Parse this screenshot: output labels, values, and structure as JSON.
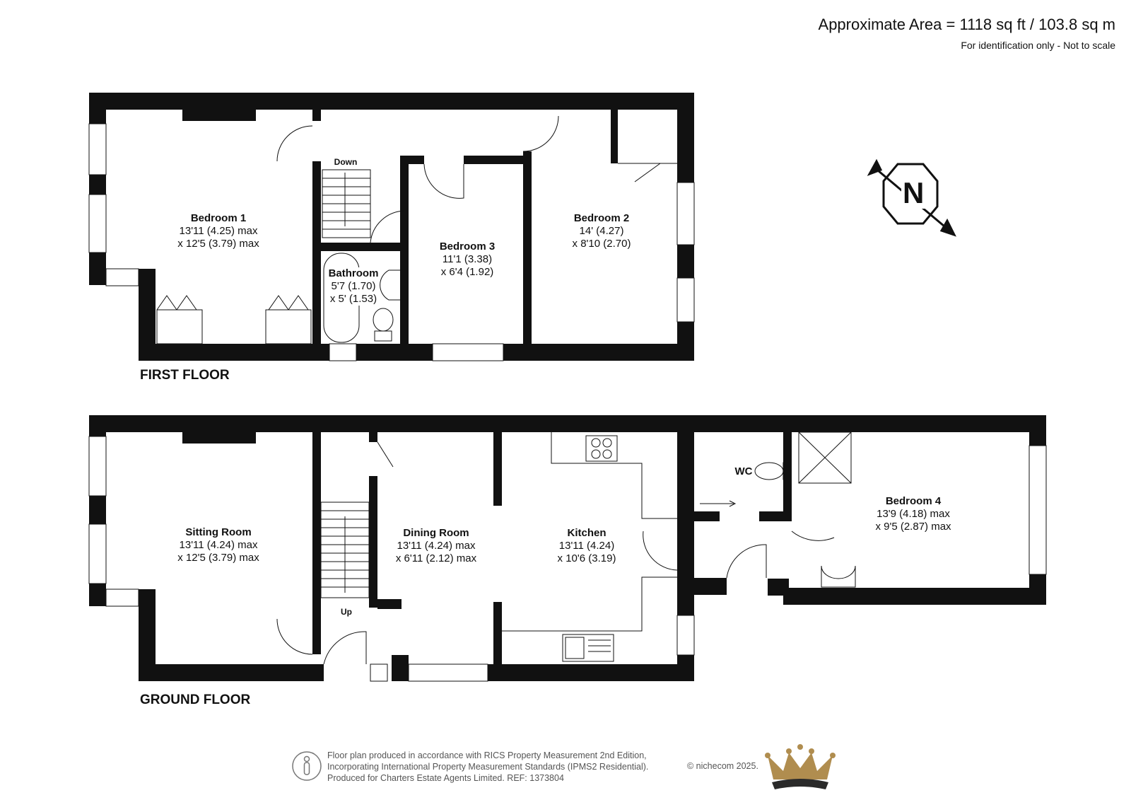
{
  "header": {
    "approximate_area": "Approximate Area = 1118 sq ft / 103.8 sq m",
    "note": "For identification only - Not to scale"
  },
  "first_floor": {
    "label": "FIRST FLOOR",
    "stairs_label": "Down",
    "rooms": [
      {
        "name": "Bedroom 1",
        "line1": "13'11 (4.25) max",
        "line2": "x 12'5 (3.79) max"
      },
      {
        "name": "Bathroom",
        "line1": "5'7 (1.70)",
        "line2": "x 5' (1.53)"
      },
      {
        "name": "Bedroom 3",
        "line1": "11'1 (3.38)",
        "line2": "x 6'4 (1.92)"
      },
      {
        "name": "Bedroom 2",
        "line1": "14' (4.27)",
        "line2": "x 8'10 (2.70)"
      }
    ]
  },
  "ground_floor": {
    "label": "GROUND FLOOR",
    "stairs_label": "Up",
    "rooms": [
      {
        "name": "Sitting Room",
        "line1": "13'11 (4.24) max",
        "line2": "x 12'5 (3.79) max"
      },
      {
        "name": "Dining Room",
        "line1": "13'11 (4.24) max",
        "line2": "x 6'11 (2.12) max"
      },
      {
        "name": "Kitchen",
        "line1": "13'11 (4.24)",
        "line2": "x 10'6 (3.19)"
      },
      {
        "name": "WC",
        "line1": "",
        "line2": ""
      },
      {
        "name": "Bedroom 4",
        "line1": "13'9 (4.18) max",
        "line2": "x 9'5 (2.87) max"
      }
    ]
  },
  "compass": {
    "letter": "N",
    "icon": "north-compass-icon"
  },
  "footer": {
    "line1": "Floor plan produced in accordance with RICS Property Measurement 2nd Edition,",
    "line2": "Incorporating International Property Measurement Standards (IPMS2 Residential).",
    "line3": "Produced for Charters Estate Agents Limited.   REF: 1373804",
    "copyright": "© nichecom 2025."
  },
  "colors": {
    "wall": "#111111",
    "logo_gold": "#b08d4f",
    "logo_dark": "#2a2a2a",
    "footer_text": "#555555"
  }
}
